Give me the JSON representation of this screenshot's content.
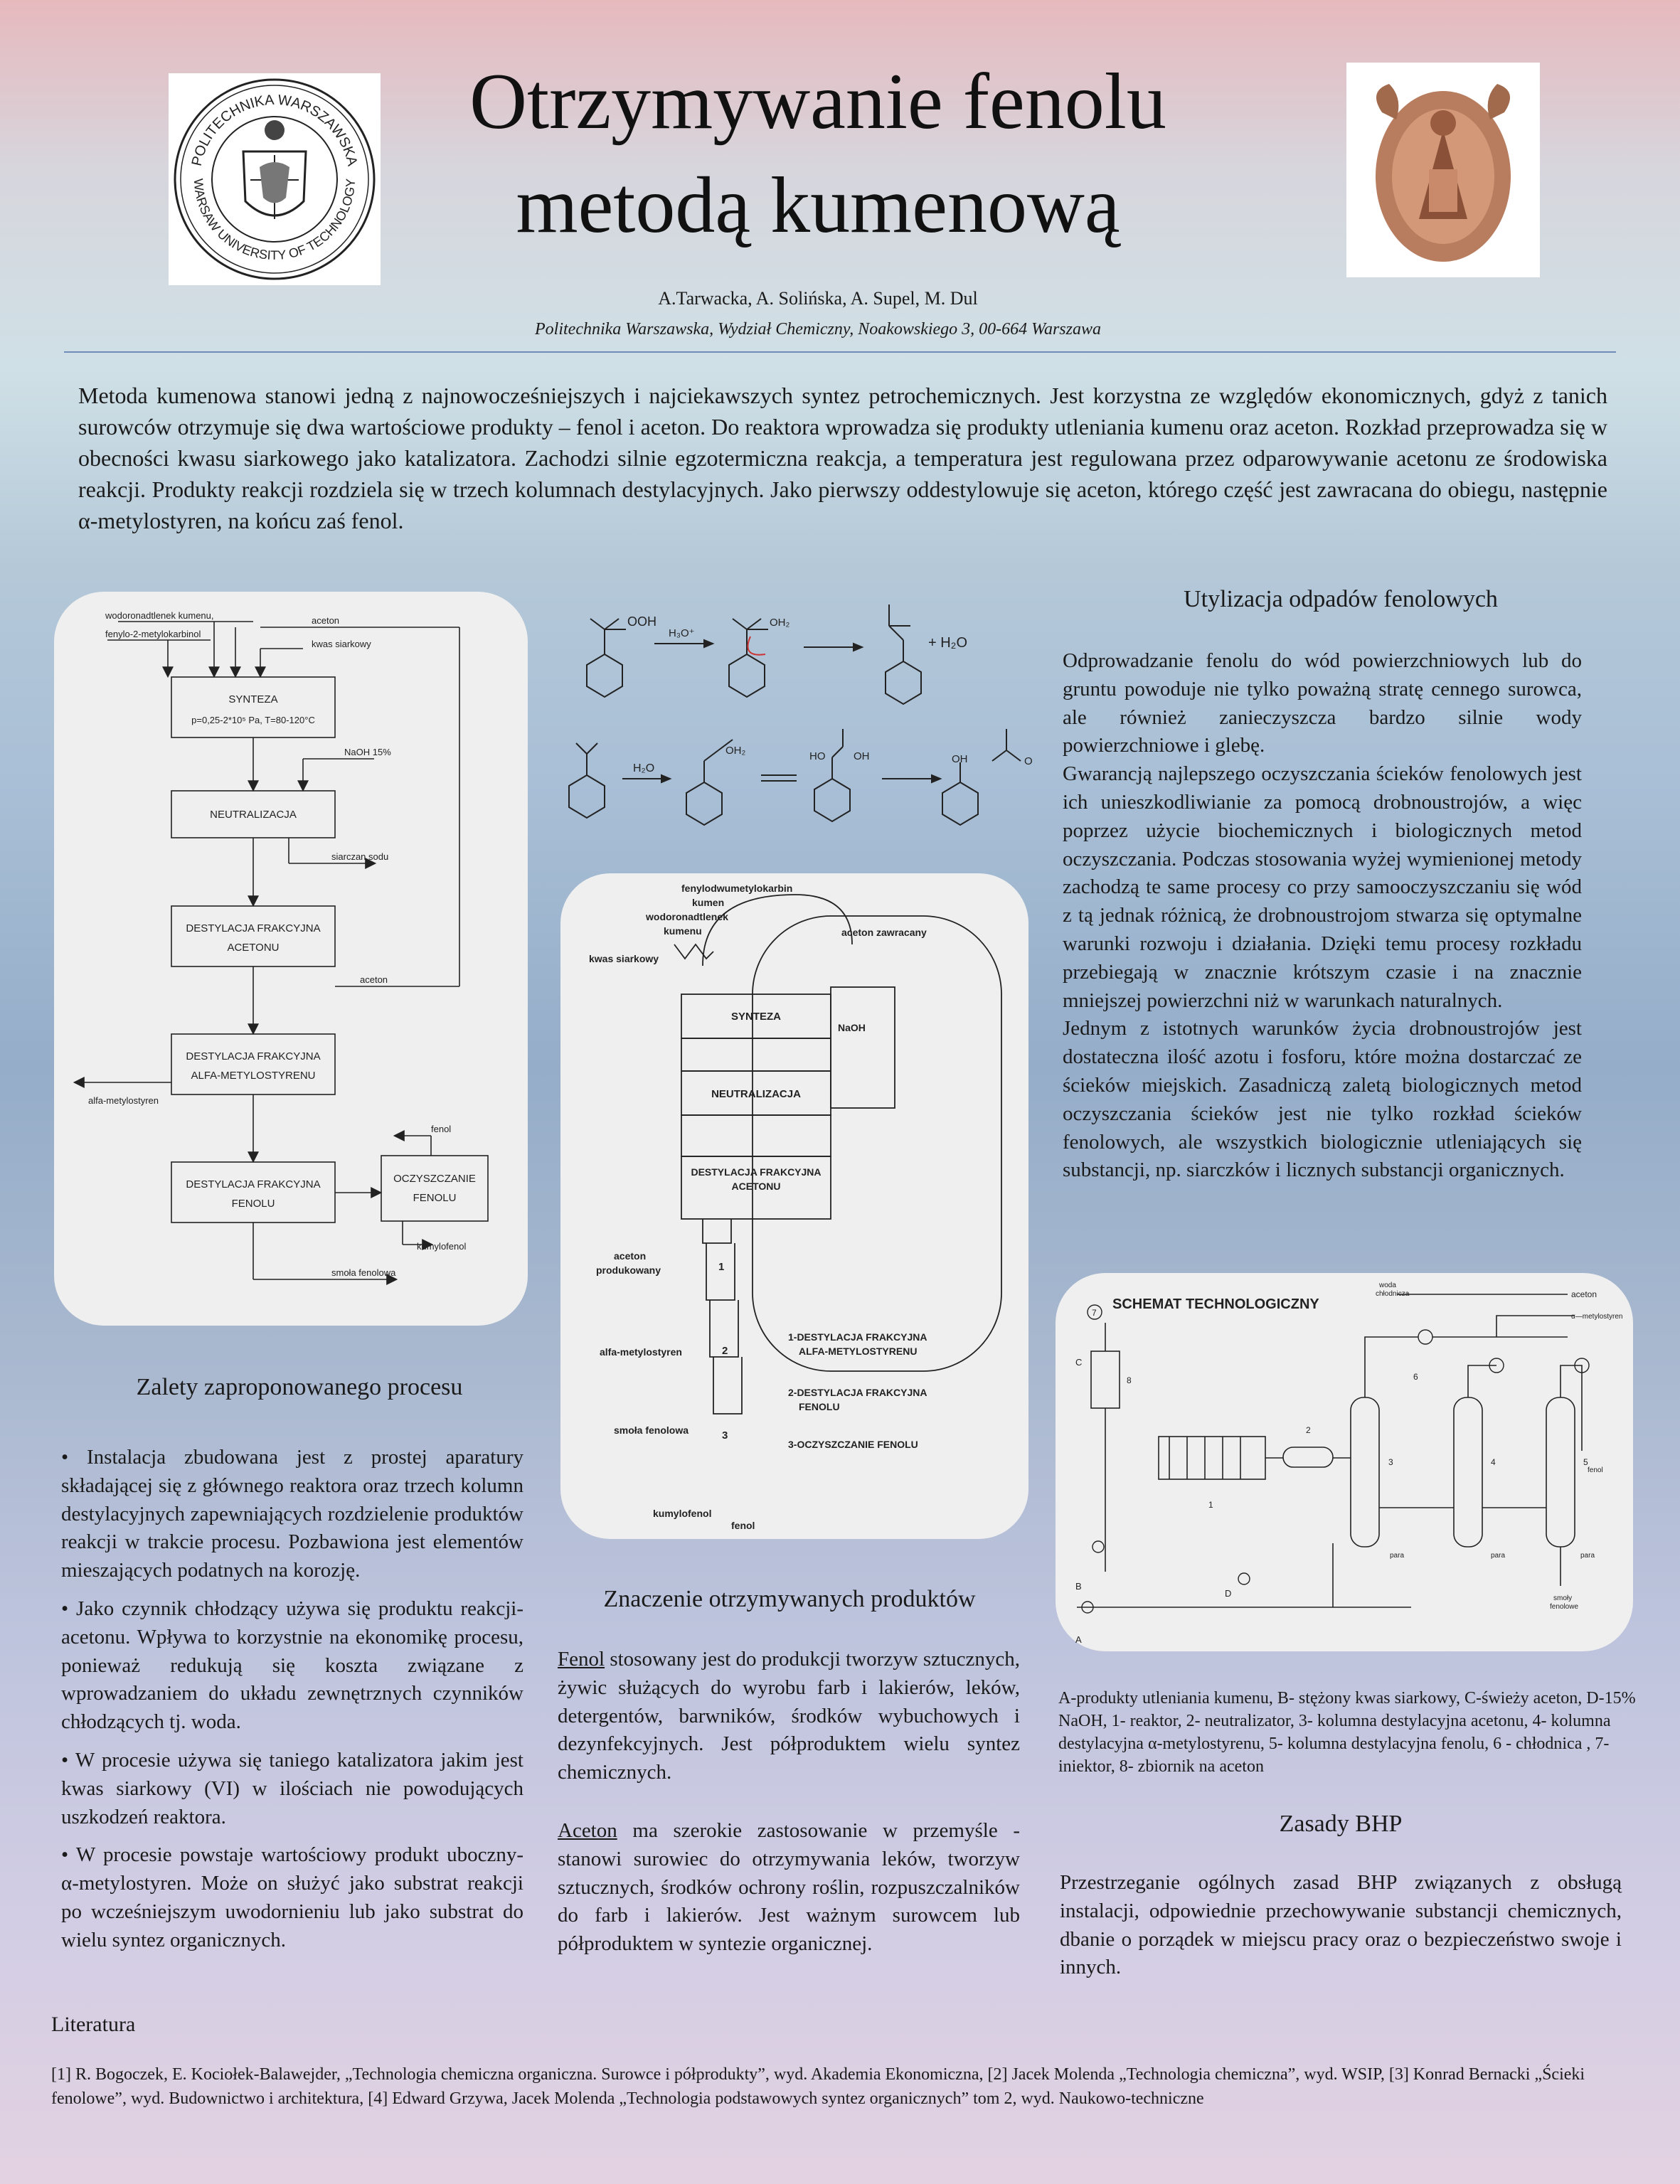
{
  "header": {
    "title_line1": "Otrzymywanie fenolu",
    "title_line2": "metodą kumenową",
    "authors": "A.Tarwacka, A. Solińska, A. Supel, M. Dul",
    "affiliation": "Politechnika Warszawska, Wydział Chemiczny, Noakowskiego 3, 00-664 Warszawa",
    "logo_left_text_top": "POLITECHNIKA WARSZAWSKA",
    "logo_left_text_bottom": "WARSAW UNIVERSITY OF TECHNOLOGY"
  },
  "intro": "Metoda kumenowa stanowi jedną z najnowocześniejszych i najciekawszych syntez petrochemicznych. Jest korzystna ze względów ekonomicznych, gdyż z tanich surowców otrzymuje się dwa wartościowe produkty – fenol i aceton. Do reaktora wprowadza się produkty utleniania kumenu oraz aceton. Rozkład przeprowadza się w obecności kwasu siarkowego jako katalizatora. Zachodzi silnie egzotermiczna reakcja, a temperatura jest regulowana przez odparowywanie acetonu ze środowiska reakcji. Produkty reakcji rozdziela się w trzech kolumnach destylacyjnych. Jako pierwszy oddestylowuje się aceton, którego część jest zawracana do obiegu, następnie α-metylostyren, na końcu zaś fenol.",
  "flowchart": {
    "in1": "wodoronadtlenek kumenu,",
    "in2": "fenylo-2-metylokarbinol",
    "in3": "aceton",
    "in4": "kwas siarkowy",
    "synteza": "SYNTEZA",
    "synteza_cond": "p=0,25-2*10⁵ Pa, T=80-120°C",
    "naoh": "NaOH 15%",
    "neutr": "NEUTRALIZACJA",
    "siarczan": "siarczan sodu",
    "dest1a": "DESTYLACJA FRAKCYJNA",
    "dest1b": "ACETONU",
    "aceton_out": "aceton",
    "dest2a": "DESTYLACJA FRAKCYJNA",
    "dest2b": "ALFA-METYLOSTYRENU",
    "ams": "alfa-metylostyren",
    "dest3a": "DESTYLACJA FRAKCYJNA",
    "dest3b": "FENOLU",
    "ocz_a": "OCZYSZCZANIE",
    "ocz_b": "FENOLU",
    "fenol": "fenol",
    "kumylofenol": "kumylofenol",
    "smola": "smoła fenolowa"
  },
  "mechanism": {
    "ooh": "OOH",
    "h3o": "H₃O⁺",
    "oh2": "OH₂",
    "plus_h2o": "+ H₂O",
    "h2o": "H₂O",
    "oh": "OH",
    "ho": "HO",
    "o": "O"
  },
  "scheme2": {
    "l1": "fenylodwumetylokarbin",
    "l2": "kumen",
    "l3": "wodoronadtlenek",
    "l4": "kumenu",
    "l5": "kwas siarkowy",
    "l6": "aceton zawracany",
    "synteza": "SYNTEZA",
    "naoh": "NaOH",
    "neutr": "NEUTRALIZACJA",
    "dest_a": "DESTYLACJA FRAKCYJNA",
    "dest_b": "ACETONU",
    "ac1": "aceton",
    "ac2": "produkowany",
    "ams": "alfa-metylostyren",
    "smola": "smoła fenolowa",
    "kumylofenol": "kumylofenol",
    "fenol": "fenol",
    "n1": "1",
    "n2": "2",
    "n3": "3",
    "d1a": "1-DESTYLACJA FRAKCYJNA",
    "d1b": "ALFA-METYLOSTYRENU",
    "d2a": "2-DESTYLACJA FRAKCYJNA",
    "d2b": "FENOLU",
    "d3": "3-OCZYSZCZANIE FENOLU"
  },
  "zalety": {
    "heading": "Zalety zaproponowanego procesu",
    "b1": "• Instalacja zbudowana jest z prostej aparatury składającej się z głównego reaktora oraz trzech kolumn destylacyjnych zapewniających rozdzielenie produktów reakcji w trakcie procesu. Pozbawiona jest elementów mieszających podatnych na korozję.",
    "b2": "• Jako czynnik chłodzący używa się produktu reakcji- acetonu. Wpływa to korzystnie na ekonomikę procesu, ponieważ redukują się koszta związane z wprowadzaniem do układu zewnętrznych czynników chłodzących tj. woda.",
    "b3": "• W procesie używa się taniego katalizatora jakim jest kwas siarkowy (VI) w ilościach nie powodujących uszkodzeń reaktora.",
    "b4": "• W procesie powstaje wartościowy produkt uboczny- α-metylostyren. Może on służyć jako substrat reakcji po wcześniejszym uwodornieniu lub jako substrat do wielu syntez organicznych."
  },
  "znaczenie": {
    "heading": "Znaczenie otrzymywanych produktów",
    "fenol_word": "Fenol",
    "fenol_text": " stosowany jest do produkcji tworzyw sztucznych, żywic służących do wyrobu farb i lakierów, leków, detergentów, barwników, środków wybuchowych i dezynfekcyjnych. Jest półproduktem wielu syntez chemicznych.",
    "aceton_word": "Aceton",
    "aceton_text": " ma szerokie zastosowanie w przemyśle - stanowi surowiec do otrzymywania leków, tworzyw sztucznych, środków ochrony roślin, rozpuszczalników do farb i lakierów. Jest ważnym surowcem lub półproduktem w syntezie organicznej."
  },
  "utylizacja": {
    "heading": "Utylizacja odpadów fenolowych",
    "p1": "Odprowadzanie fenolu do wód powierzchniowych lub do gruntu powoduje nie tylko poważną stratę cennego surowca, ale również zanieczyszcza bardzo silnie wody powierzchniowe i glebę.",
    "p2": "Gwarancją najlepszego oczyszczania ścieków fenolowych jest ich unieszkodliwianie za pomocą drobnoustrojów, a więc poprzez użycie biochemicznych i biologicznych metod oczyszczania. Podczas stosowania wyżej wymienionej metody zachodzą te same procesy co przy samooczyszczaniu się wód z tą jednak różnicą, że drobnoustrojom stwarza się optymalne warunki rozwoju i działania. Dzięki temu procesy rozkładu przebiegają w znacznie krótszym czasie i na znacznie mniejszej powierzchni niż w warunkach naturalnych.",
    "p3": "Jednym z istotnych warunków życia drobnoustrojów jest dostateczna ilość azotu i fosforu, które można dostarczać ze ścieków miejskich. Zasadniczą zaletą biologicznych metod oczyszczania ścieków jest nie tylko rozkład ścieków fenolowych, ale wszystkich biologicznie utleniających się substancji, np. siarczków i licznych substancji organicznych."
  },
  "schemat": {
    "title": "SCHEMAT TECHNOLOGICZNY",
    "woda_chl": "woda",
    "woda_chl2": "chłodnicza",
    "aceton": "aceton",
    "ams": "α—metylostyren",
    "fenol": "fenol",
    "para": "para",
    "smoly1": "smoły",
    "smoly2": "fenolowe",
    "n1": "1",
    "n2": "2",
    "n3": "3",
    "n4": "4",
    "n5": "5",
    "n6": "6",
    "n7": "7",
    "n8": "8",
    "lA": "A",
    "lB": "B",
    "lC": "C",
    "lD": "D",
    "legend": "A-produkty utleniania kumenu, B- stężony kwas siarkowy, C-świeży aceton, D-15% NaOH, 1- reaktor, 2- neutralizator, 3- kolumna destylacyjna acetonu, 4- kolumna destylacyjna α-metylostyrenu, 5- kolumna destylacyjna fenolu, 6 - chłodnica , 7- iniektor, 8- zbiornik na aceton"
  },
  "bhp": {
    "heading": "Zasady BHP",
    "text": "Przestrzeganie ogólnych zasad BHP związanych z obsługą instalacji, odpowiednie przechowywanie substancji chemicznych, dbanie o porządek w miejscu pracy oraz o bezpieczeństwo swoje i innych."
  },
  "literatura": {
    "heading": "Literatura",
    "text": "[1] R. Bogoczek, E. Kociołek-Balawejder, „Technologia chemiczna organiczna. Surowce i półprodukty”, wyd. Akademia Ekonomiczna, [2] Jacek Molenda „Technologia chemiczna”, wyd. WSIP, [3] Konrad Bernacki „Ścieki fenolowe”, wyd. Budownictwo i architektura, [4] Edward Grzywa, Jacek Molenda „Technologia podstawowych syntez organicznych” tom 2, wyd. Naukowo-techniczne"
  }
}
